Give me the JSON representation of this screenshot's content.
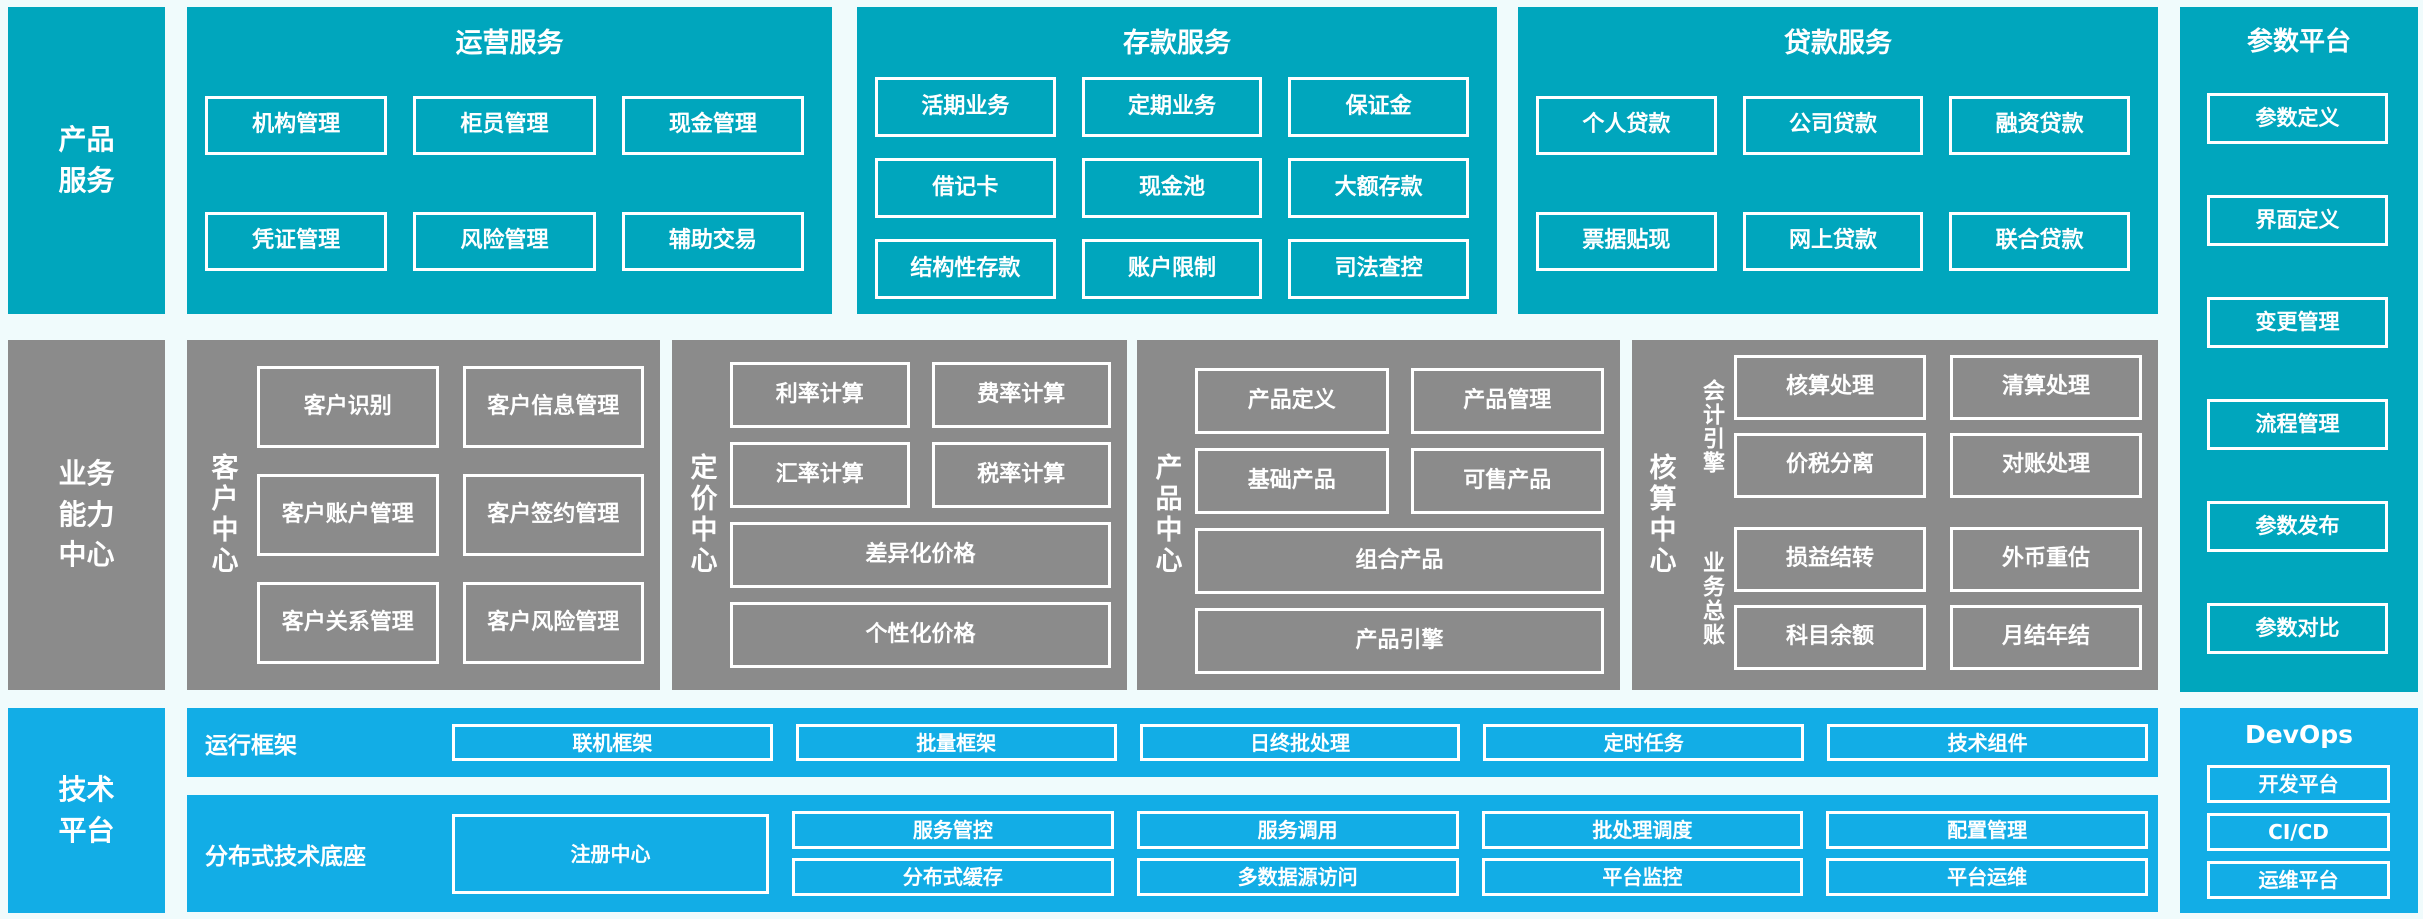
{
  "palette": {
    "teal": "#00a6bd",
    "gray": "#8b8b8b",
    "blue": "#12ade6",
    "background": "#f0fbfc",
    "text": "#ffffff"
  },
  "rows": {
    "products": {
      "label": "产品\n服务",
      "sections": [
        {
          "title": "运营服务",
          "items": [
            "机构管理",
            "柜员管理",
            "现金管理",
            "凭证管理",
            "风险管理",
            "辅助交易"
          ]
        },
        {
          "title": "存款服务",
          "items": [
            "活期业务",
            "定期业务",
            "保证金",
            "借记卡",
            "现金池",
            "大额存款",
            "结构性存款",
            "账户限制",
            "司法查控"
          ]
        },
        {
          "title": "贷款服务",
          "items": [
            "个人贷款",
            "公司贷款",
            "融资贷款",
            "票据贴现",
            "网上贷款",
            "联合贷款"
          ]
        }
      ]
    },
    "capabilities": {
      "label": "业务\n能力\n中心",
      "sections": [
        {
          "title": "客户中心",
          "items": [
            "客户识别",
            "客户信息管理",
            "客户账户管理",
            "客户签约管理",
            "客户关系管理",
            "客户风险管理"
          ]
        },
        {
          "title": "定价中心",
          "items": [
            "利率计算",
            "费率计算",
            "汇率计算",
            "税率计算"
          ],
          "wide_items": [
            "差异化价格",
            "个性化价格"
          ]
        },
        {
          "title": "产品中心",
          "items": [
            "产品定义",
            "产品管理",
            "基础产品",
            "可售产品"
          ],
          "wide_items": [
            "组合产品",
            "产品引擎"
          ]
        },
        {
          "title": "核算中心",
          "groups": [
            {
              "label": "会计引擎",
              "items": [
                "核算处理",
                "清算处理",
                "价税分离",
                "对账处理"
              ]
            },
            {
              "label": "业务总账",
              "items": [
                "损益结转",
                "外币重估",
                "科目余额",
                "月结年结"
              ]
            }
          ]
        }
      ]
    },
    "technology": {
      "label": "技术\n平台",
      "bars": [
        {
          "title": "运行框架",
          "items": [
            "联机框架",
            "批量框架",
            "日终批处理",
            "定时任务",
            "技术组件"
          ]
        },
        {
          "title": "分布式技术底座",
          "featured": "注册中心",
          "items": [
            "服务管控",
            "服务调用",
            "批处理调度",
            "配置管理",
            "分布式缓存",
            "多数据源访问",
            "平台监控",
            "平台运维"
          ]
        }
      ]
    },
    "param_platform": {
      "title": "参数平台",
      "items": [
        "参数定义",
        "界面定义",
        "变更管理",
        "流程管理",
        "参数发布",
        "参数对比"
      ]
    },
    "devops": {
      "title": "DevOps",
      "items": [
        "开发平台",
        "CI/CD",
        "运维平台"
      ]
    }
  }
}
